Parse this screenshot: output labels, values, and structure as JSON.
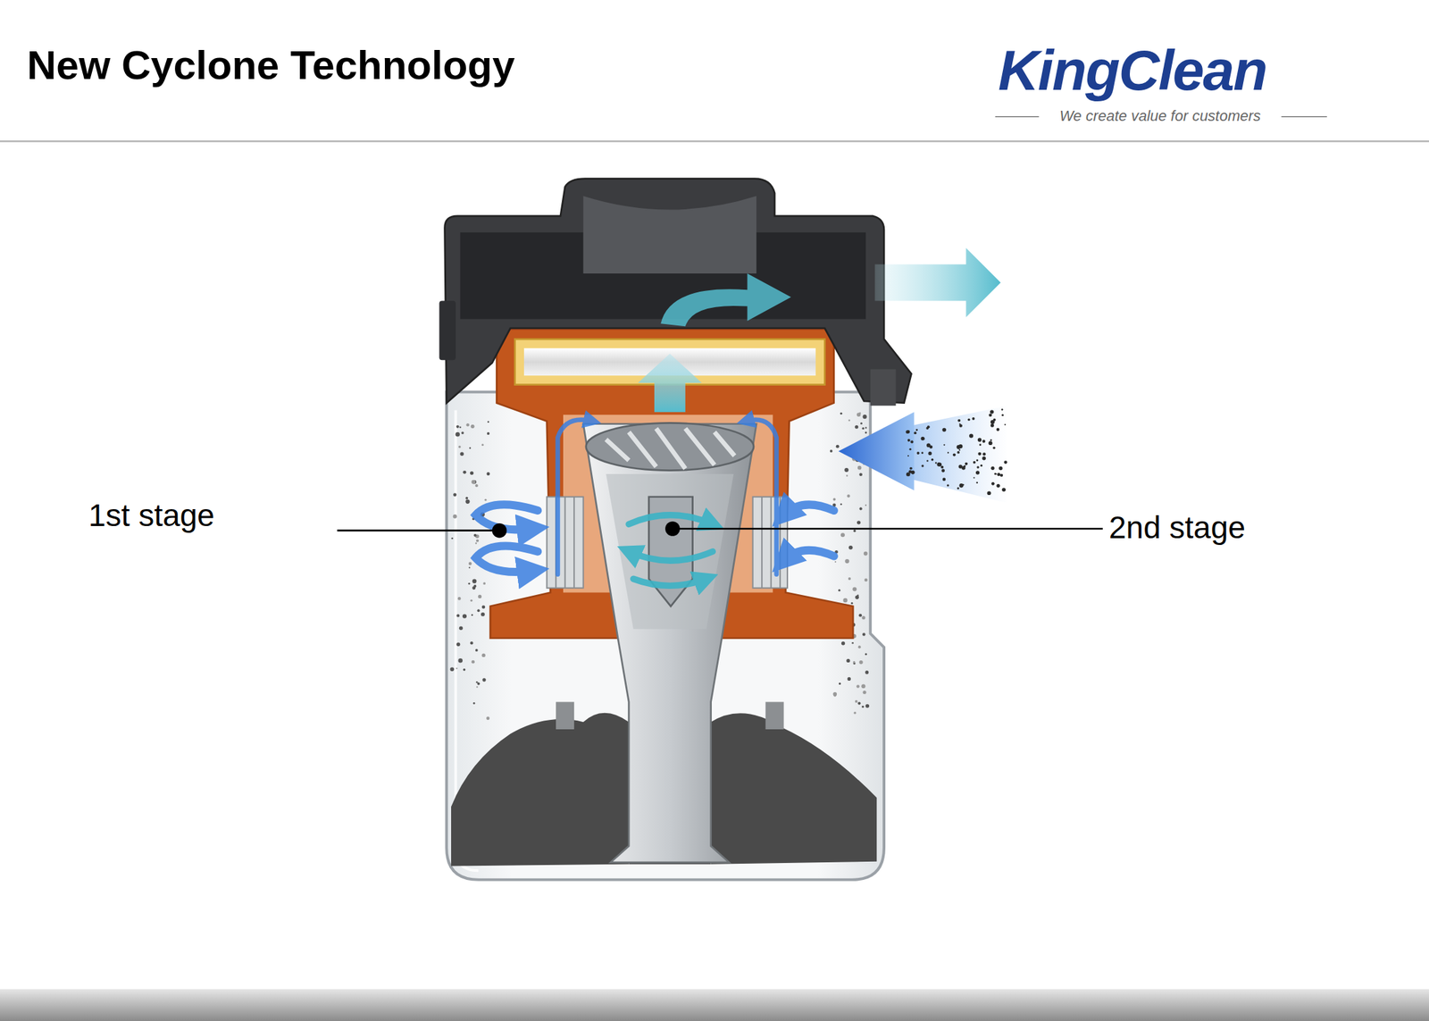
{
  "diagram": {
    "title": "New Cyclone Technology",
    "labels": [
      "KingClean",
      "We create value for customers",
      "1st stage",
      "2nd stage"
    ]
  }
}
